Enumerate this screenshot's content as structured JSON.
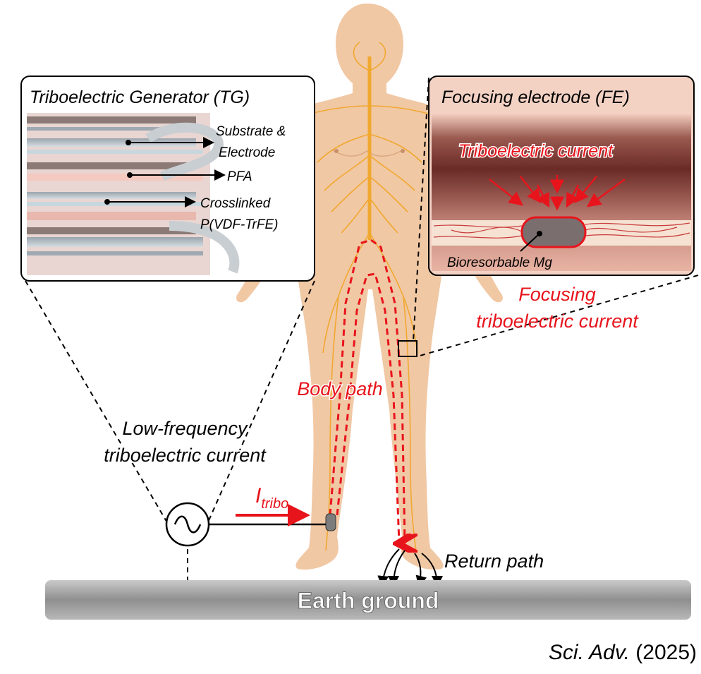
{
  "tg_panel": {
    "title": "Triboelectric Generator (TG)",
    "labels": {
      "substrate_line1": "Substrate &",
      "substrate_line2": "Electrode",
      "pfa": "PFA",
      "crosslinked_line1": "Crosslinked",
      "crosslinked_line2": "P(VDF-TrFE)"
    }
  },
  "fe_panel": {
    "title": "Focusing electrode (FE)",
    "current_label": "Triboelectric current",
    "mg_label": "Bioresorbable Mg"
  },
  "annotations": {
    "focusing_line1": "Focusing",
    "focusing_line2": "triboelectric current",
    "body_path": "Body path",
    "low_freq_line1": "Low-frequency",
    "low_freq_line2": "triboelectric current",
    "current_symbol": "I",
    "current_subscript": "tribo",
    "return_path": "Return path",
    "earth_ground": "Earth ground"
  },
  "citation": {
    "journal": "Sci. Adv.",
    "year": "(2025)"
  },
  "colors": {
    "skin": "#f1c8a4",
    "nerve": "#f0a830",
    "current_red": "#e8141c",
    "ground": "#8e8e8e",
    "fe_bg": "#f3d2c4"
  }
}
